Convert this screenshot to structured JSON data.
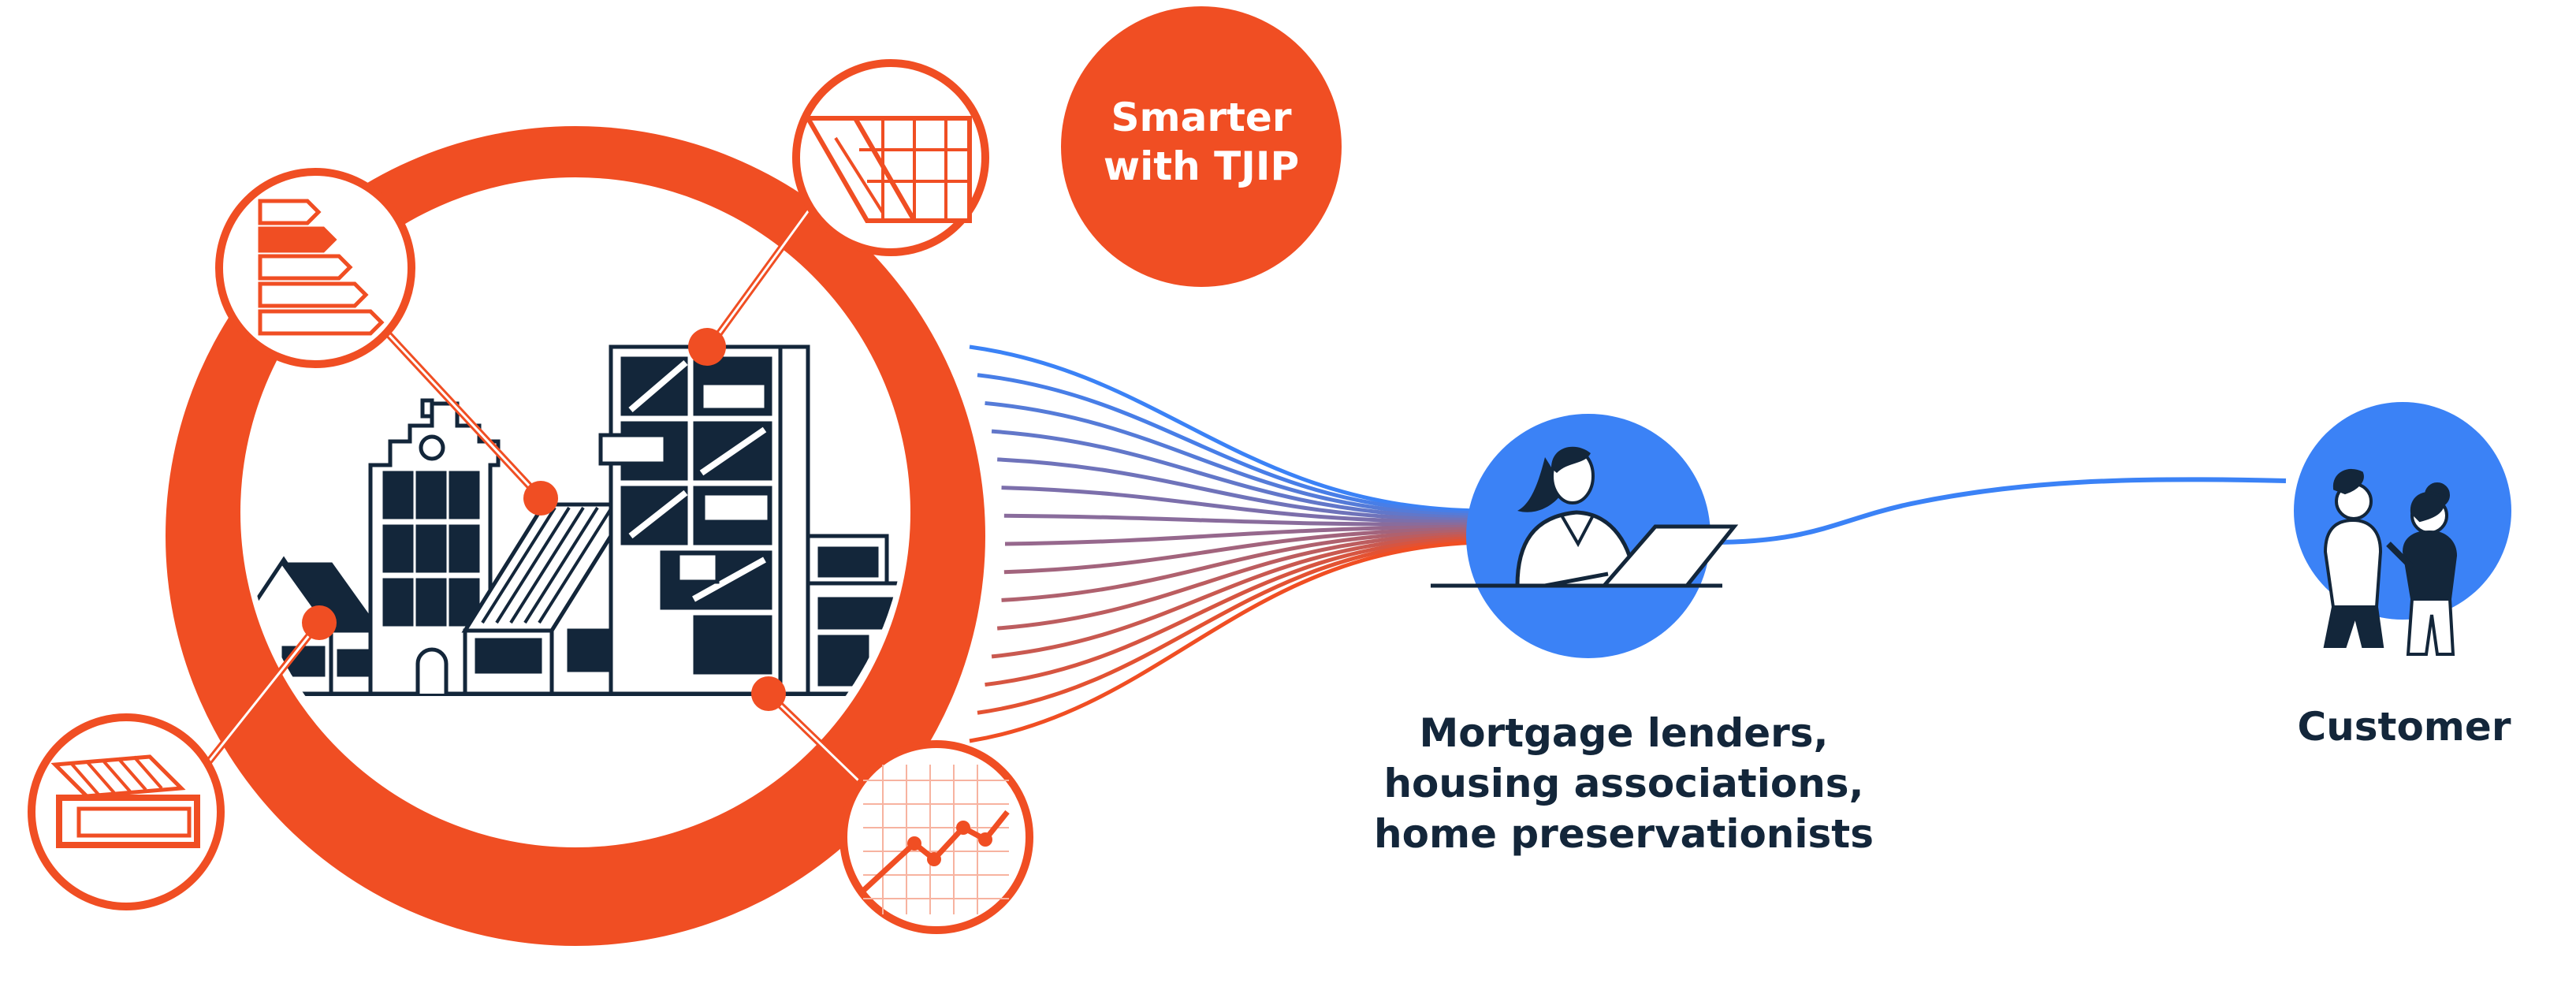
{
  "badge": {
    "line1": "Smarter",
    "line2": "with TJIP"
  },
  "lenders": {
    "line1": "Mortgage lenders,",
    "line2": "housing associations,",
    "line3": "home preservationists"
  },
  "customer": {
    "label": "Customer"
  },
  "colors": {
    "orange": "#f04e23",
    "blue": "#3b82f6",
    "navy": "#13263a",
    "white": "#ffffff"
  },
  "icons": {
    "energy_label": "energy-label-icon",
    "solar_panel": "solar-panel-icon",
    "insulation": "insulation-icon",
    "value_chart": "value-chart-icon",
    "advisor": "advisor-at-laptop-icon",
    "customers": "two-customers-icon",
    "town": "town-buildings-illustration"
  }
}
